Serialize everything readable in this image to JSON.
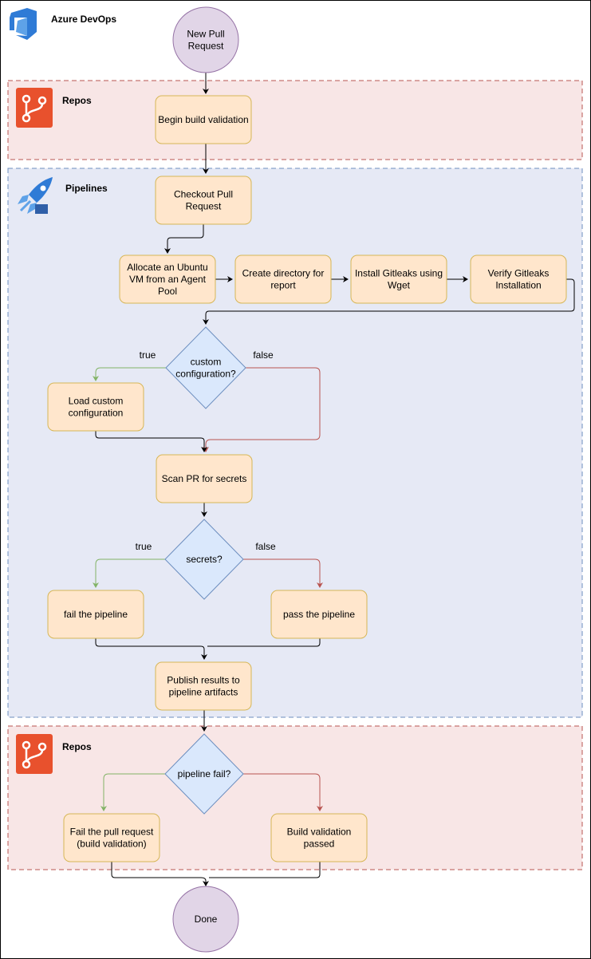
{
  "header": {
    "logo_icon": "azure-devops-logo-icon",
    "title": "Azure DevOps"
  },
  "lanes": {
    "repos_top": {
      "label": "Repos",
      "icon": "repos-icon"
    },
    "pipelines": {
      "label": "Pipelines",
      "icon": "pipelines-icon"
    },
    "repos_bottom": {
      "label": "Repos",
      "icon": "repos-icon"
    }
  },
  "nodes": {
    "start": [
      "New Pull",
      "Request"
    ],
    "begin_validation": [
      "Begin build validation"
    ],
    "checkout": [
      "Checkout Pull",
      "Request"
    ],
    "allocate_vm": [
      "Allocate an Ubuntu",
      "VM from an Agent",
      "Pool"
    ],
    "create_dir": [
      "Create directory for",
      "report"
    ],
    "install_gitleaks": [
      "Install Gitleaks using",
      "Wget"
    ],
    "verify_gitleaks": [
      "Verify Gitleaks",
      "Installation"
    ],
    "custom_config": [
      "custom",
      "configuration?"
    ],
    "load_config": [
      "Load custom",
      "configuration"
    ],
    "scan_pr": [
      "Scan PR for secrets"
    ],
    "secrets": [
      "secrets?"
    ],
    "fail_pipeline": [
      "fail the pipeline"
    ],
    "pass_pipeline": [
      "pass the pipeline"
    ],
    "publish": [
      "Publish results to",
      "pipeline artifacts"
    ],
    "pipeline_fail": [
      "pipeline fail?"
    ],
    "fail_pr": [
      "Fail the pull request",
      "(build validation)"
    ],
    "validation_passed": [
      "Build validation",
      "passed"
    ],
    "done": [
      "Done"
    ]
  },
  "edge_labels": {
    "custom_true": "true",
    "custom_false": "false",
    "secrets_true": "true",
    "secrets_false": "false"
  },
  "colors": {
    "repos_lane_fill": "#f8e6e6",
    "repos_lane_stroke": "#b85450",
    "pipelines_lane_fill": "#e6e9f5",
    "pipelines_lane_stroke": "#6c8ebf",
    "process_fill": "#ffe6cc",
    "process_stroke": "#d6b656",
    "terminal_fill": "#e1d5e7",
    "terminal_stroke": "#9673a6",
    "decision_fill": "#dae8fc",
    "decision_stroke": "#6c8ebf",
    "true_edge": "#82b366",
    "false_edge": "#b85450",
    "edge": "#000000"
  }
}
